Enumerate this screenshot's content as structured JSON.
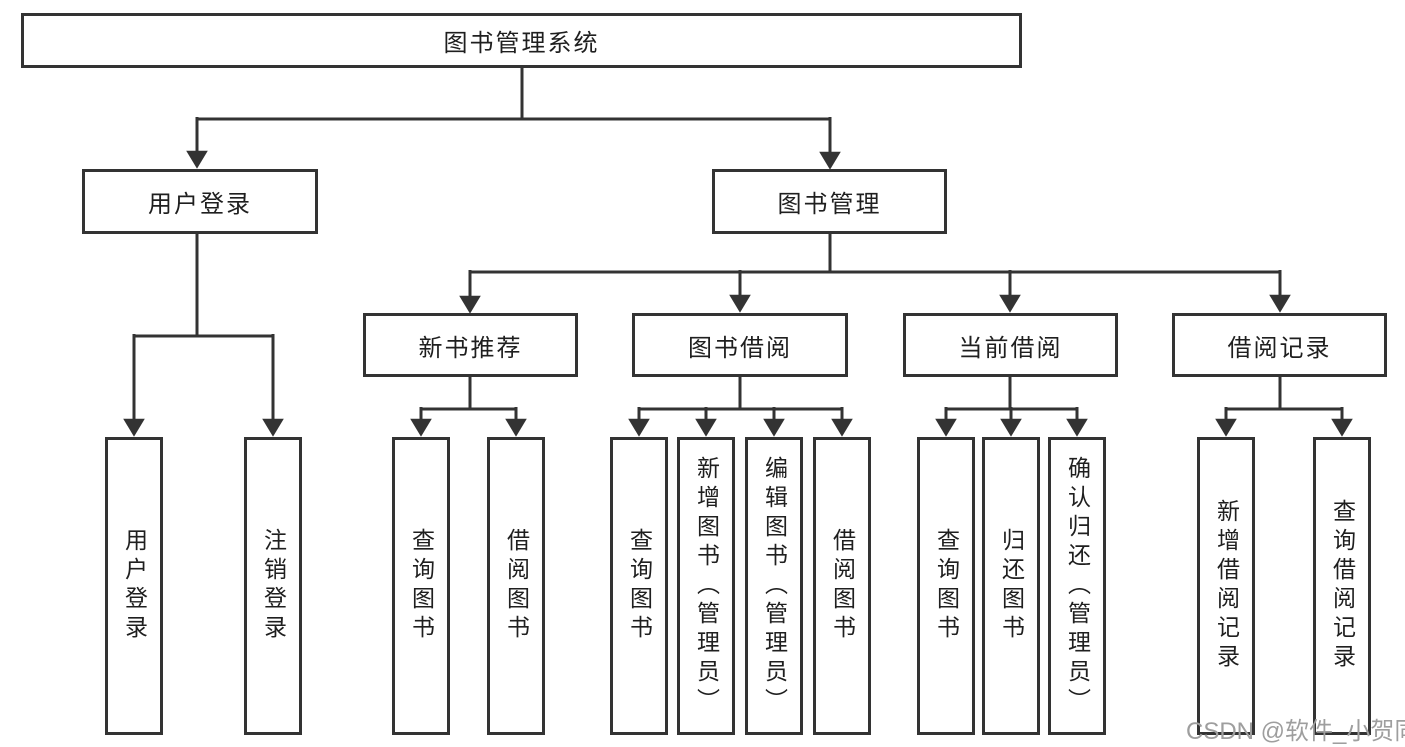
{
  "tree": {
    "root": {
      "label": "图书管理系统",
      "children": [
        {
          "label": "用户登录",
          "children": [
            {
              "label": "用户登录"
            },
            {
              "label": "注销登录"
            }
          ]
        },
        {
          "label": "图书管理",
          "children": [
            {
              "label": "新书推荐",
              "children": [
                {
                  "label": "查询图书"
                },
                {
                  "label": "借阅图书"
                }
              ]
            },
            {
              "label": "图书借阅",
              "children": [
                {
                  "label": "查询图书"
                },
                {
                  "label": "新增图书（管理员）"
                },
                {
                  "label": "编辑图书（管理员）"
                },
                {
                  "label": "借阅图书"
                }
              ]
            },
            {
              "label": "当前借阅",
              "children": [
                {
                  "label": "查询图书"
                },
                {
                  "label": "归还图书"
                },
                {
                  "label": "确认归还（管理员）"
                }
              ]
            },
            {
              "label": "借阅记录",
              "children": [
                {
                  "label": "新增借阅记录"
                },
                {
                  "label": "查询借阅记录"
                }
              ]
            }
          ]
        }
      ]
    }
  },
  "watermark": {
    "text": "CSDN @软件_小贺同学"
  },
  "colors": {
    "line": "#333333",
    "text": "#1f1f1f",
    "background": "#ffffff",
    "watermark_text": "#9e9e9e"
  }
}
